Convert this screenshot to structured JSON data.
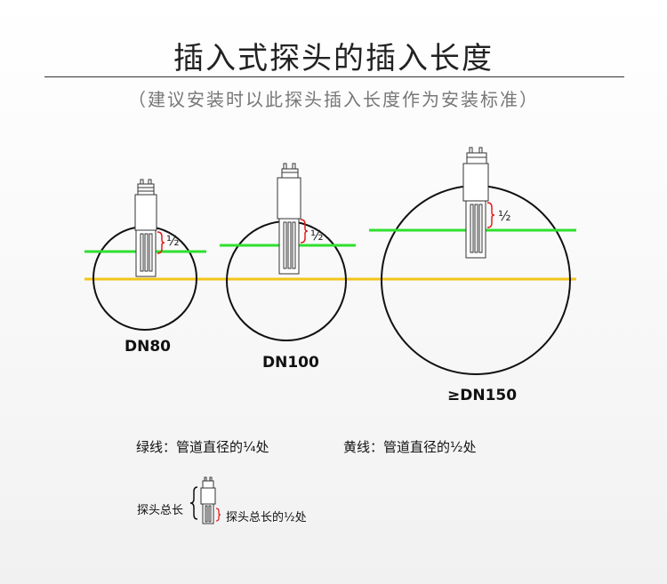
{
  "title": "插入式探头的插入长度",
  "subtitle": "（建议安装时以此探头插入长度作为安装标准）",
  "pipes": [
    {
      "label": "DN80",
      "half_mark": "½"
    },
    {
      "label": "DN100",
      "half_mark": "½"
    },
    {
      "label": "≥DN150",
      "half_mark": "½"
    }
  ],
  "legend": {
    "green": "绿线：管道直径的¼处",
    "yellow": "黄线：管道直径的½处"
  },
  "probe_note": {
    "total_length": "探头总长",
    "half_length": "探头总长的½处"
  },
  "colors": {
    "green_line": "#2fe02f",
    "yellow_line": "#f2c419",
    "bracket": "#e21f1f"
  }
}
